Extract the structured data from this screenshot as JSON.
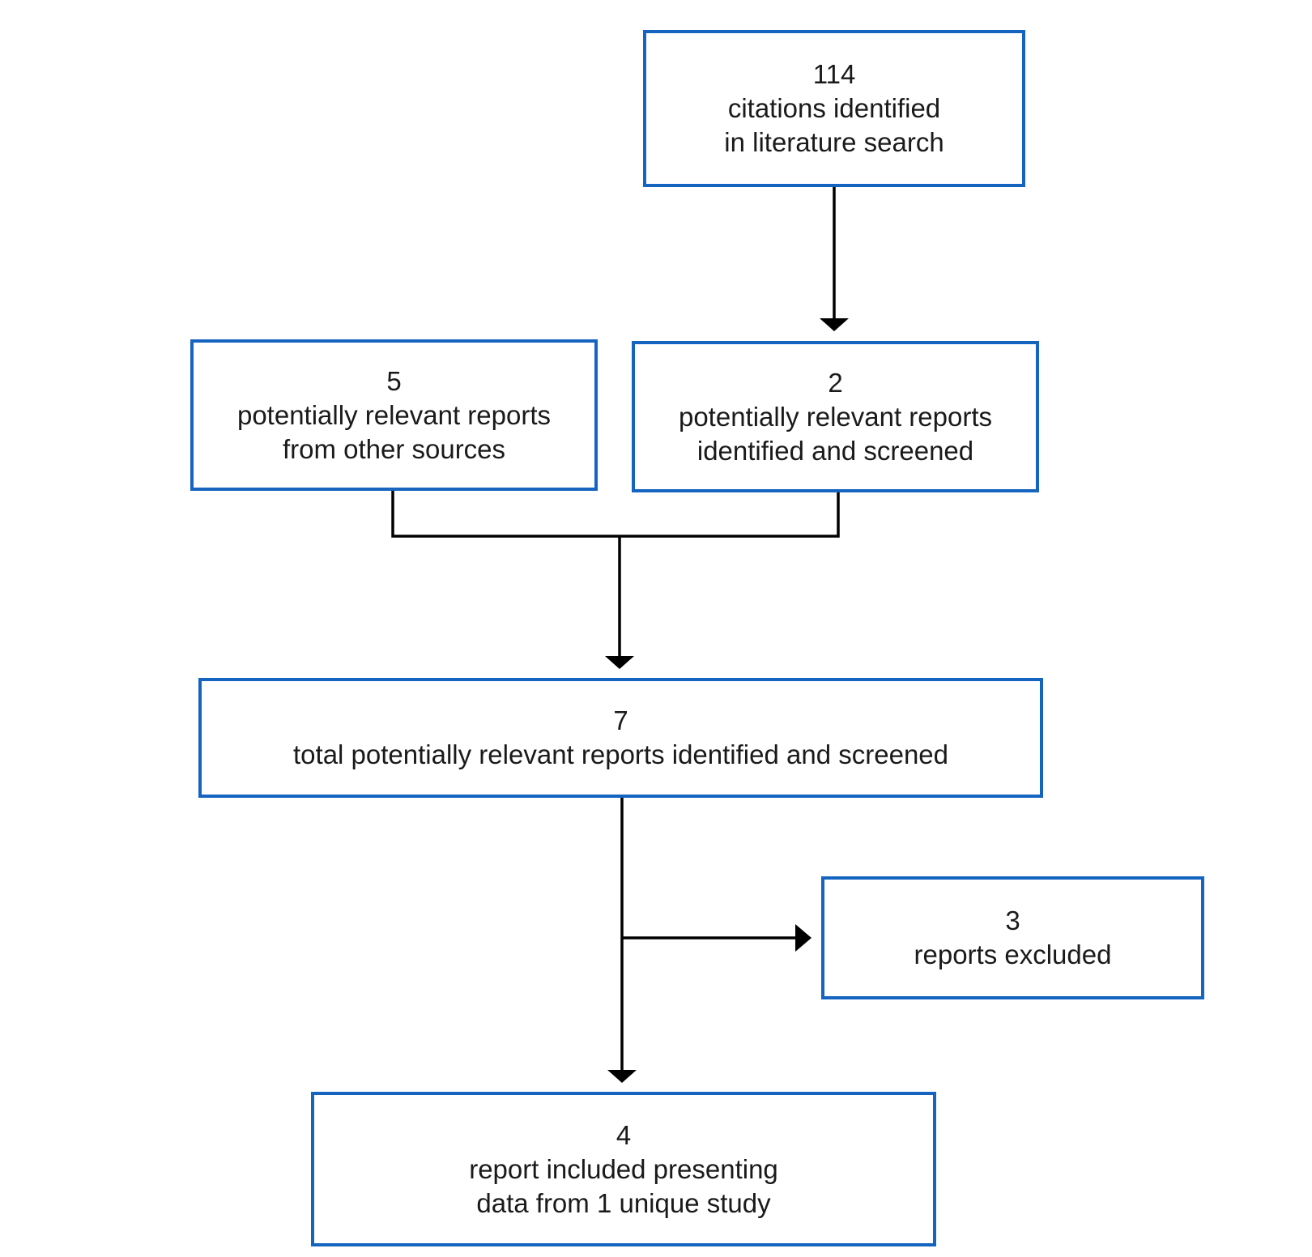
{
  "boxes": {
    "search": {
      "count": "114",
      "line1": "citations identified",
      "line2": "in literature search"
    },
    "other_sources": {
      "count": "5",
      "line1": "potentially relevant reports",
      "line2": "from other sources"
    },
    "screened": {
      "count": "2",
      "line1": "potentially relevant reports",
      "line2": "identified and screened"
    },
    "total": {
      "count": "7",
      "line1": "total potentially relevant reports identified and screened"
    },
    "excluded": {
      "count": "3",
      "line1": "reports excluded"
    },
    "included": {
      "count": "4",
      "line1": "report included presenting",
      "line2": "data from 1 unique study"
    }
  },
  "colors": {
    "box_border": "#1565c0",
    "connector": "#000000",
    "text": "#1a1a1a"
  }
}
